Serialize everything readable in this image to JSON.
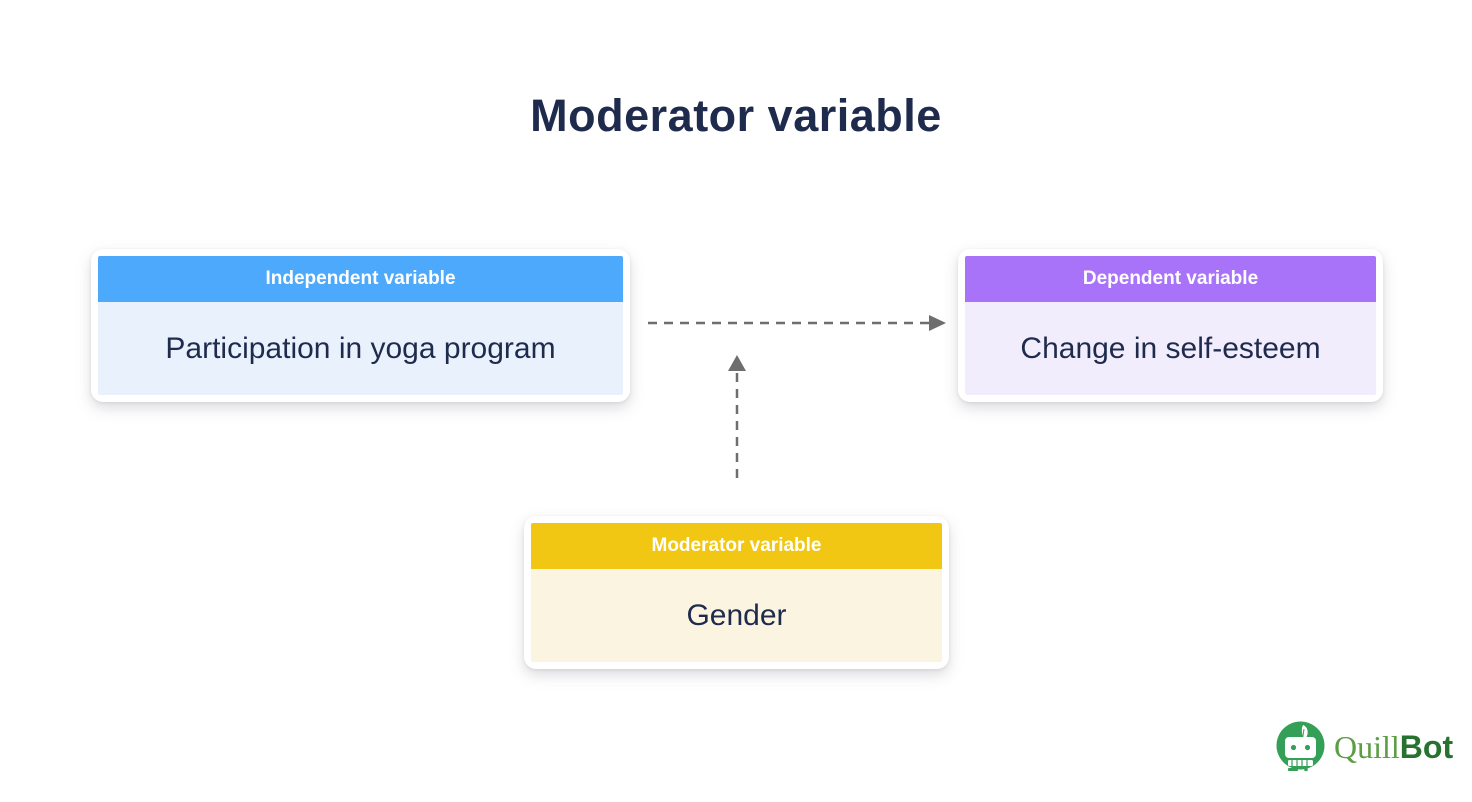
{
  "page": {
    "title": "Moderator variable"
  },
  "diagram": {
    "text_color": "#1F2B4D",
    "boxes": [
      {
        "id": "independent",
        "label": "Independent variable",
        "value": "Participation in yoga program",
        "header_color": "#4DA9FB",
        "body_color": "#E8F1FC"
      },
      {
        "id": "dependent",
        "label": "Dependent variable",
        "value": "Change in self-esteem",
        "header_color": "#A873F8",
        "body_color": "#F2EDFC"
      },
      {
        "id": "moderator",
        "label": "Moderator variable",
        "value": "Gender",
        "header_color": "#F2C713",
        "body_color": "#FBF4E1"
      }
    ],
    "arrows": [
      {
        "from": "independent",
        "to": "dependent",
        "style": "dashed",
        "direction": "right",
        "color": "#6E6E6E"
      },
      {
        "from": "moderator",
        "to": "causal-path",
        "style": "dashed",
        "direction": "up",
        "color": "#6E6E6E"
      }
    ]
  },
  "branding": {
    "icon": "quillbot-robot-icon",
    "icon_color": "#34A057",
    "wordmark_first": "Quill",
    "wordmark_second": "Bot",
    "wordmark_first_color": "#5C9E44",
    "wordmark_second_color": "#27722F"
  }
}
